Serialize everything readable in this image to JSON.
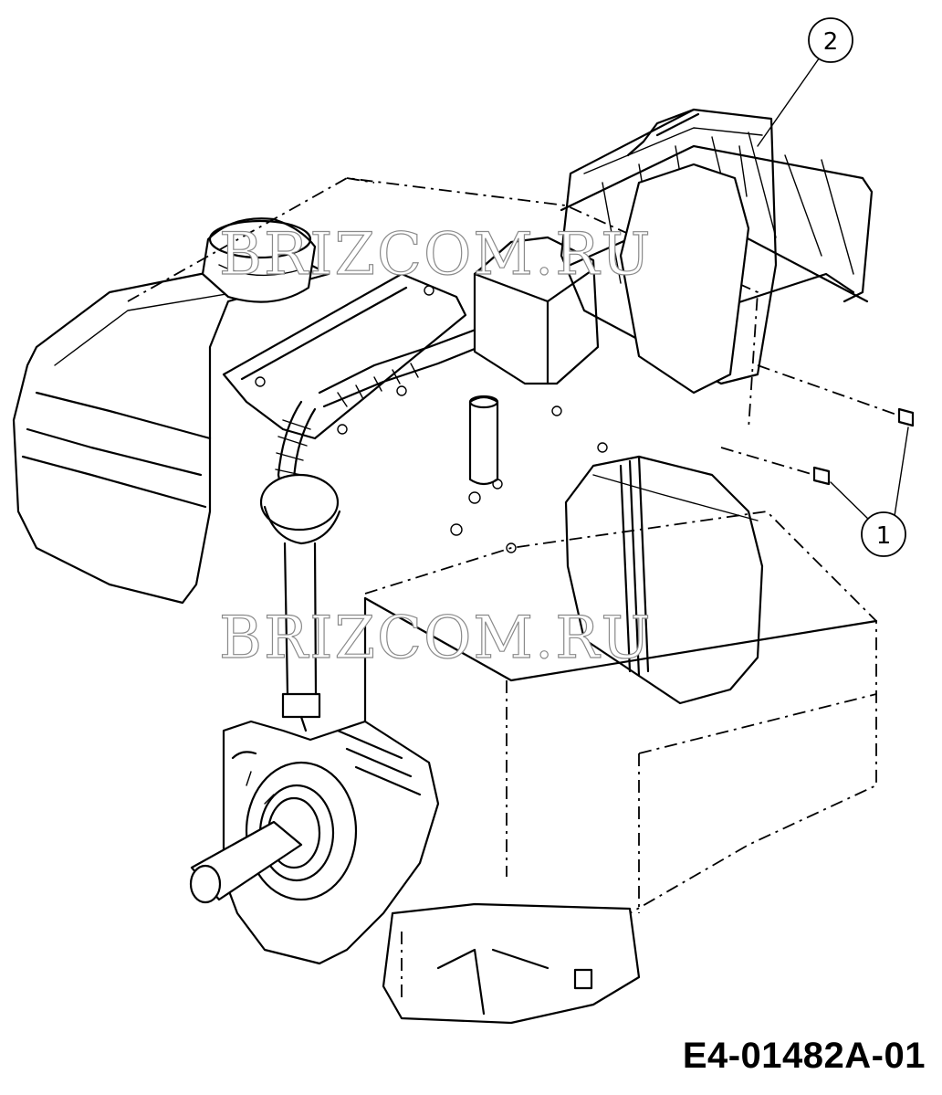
{
  "callouts": [
    {
      "id": "1",
      "label": "1"
    },
    {
      "id": "2",
      "label": "2"
    }
  ],
  "watermarks": [
    "BRIZCOM.RU",
    "BRIZCOM.RU"
  ],
  "figure_code": "E4-01482A-01",
  "colors": {
    "line": "#000000",
    "background": "#ffffff",
    "watermark_stroke": "#8a8a8a"
  }
}
